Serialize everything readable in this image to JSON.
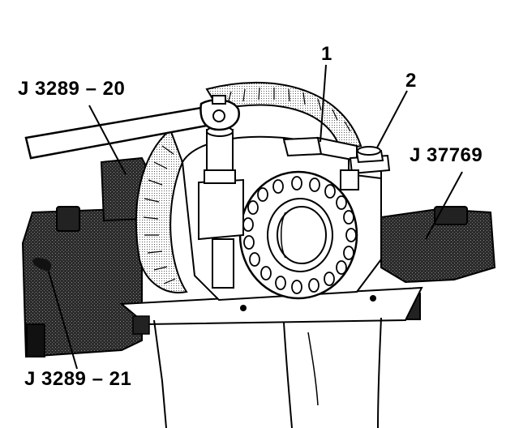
{
  "labels": {
    "tool_top_left": "J 3289 – 20",
    "tool_bottom_left": "J 3289 – 21",
    "tool_right": "J 37769",
    "item_1": "1",
    "item_2": "2"
  },
  "colors": {
    "ink": "#000000",
    "paper": "#ffffff",
    "shade": "#3a3a3a"
  }
}
